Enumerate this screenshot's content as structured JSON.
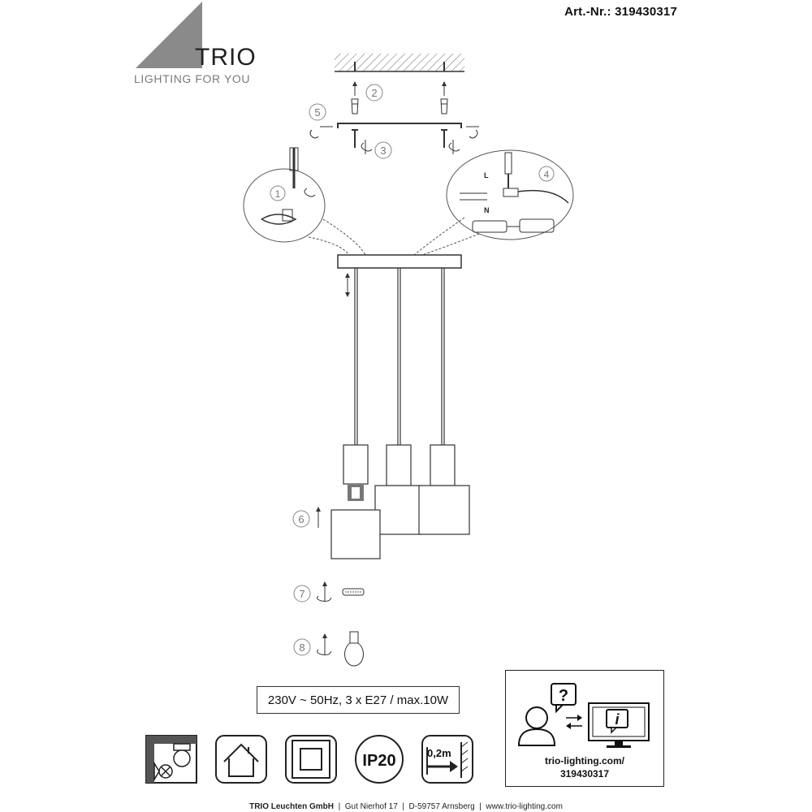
{
  "header": {
    "article_number": "Art.-Nr.:  319430317"
  },
  "brand": {
    "name": "TRIO",
    "tagline": "LIGHTING FOR YOU"
  },
  "steps": {
    "s1": "1",
    "s2": "2",
    "s3": "3",
    "s4": "4",
    "s5": "5",
    "s6": "6",
    "s7": "7",
    "s8": "8"
  },
  "wiring": {
    "live": "L",
    "neutral": "N"
  },
  "spec": "230V ~ 50Hz, 3 x E27 / max.10W",
  "icons": {
    "ip_rating": "IP20",
    "distance": "0,2m",
    "list": [
      "no-flammable-surface-icon",
      "indoor-house-icon",
      "protection-class-icon",
      "ip20-icon",
      "minimum-distance-icon"
    ]
  },
  "info": {
    "question": "?",
    "info_glyph": "i",
    "url": "trio-lighting.com/",
    "article": "319430317"
  },
  "footer": {
    "company": "TRIO Leuchten GmbH",
    "address": "Gut Nierhof 17",
    "city": "D-59757 Arnsberg",
    "web": "www.trio-lighting.com",
    "separator": "|"
  },
  "colors": {
    "line": "#333333",
    "logo_grey": "#8a8a8a"
  }
}
